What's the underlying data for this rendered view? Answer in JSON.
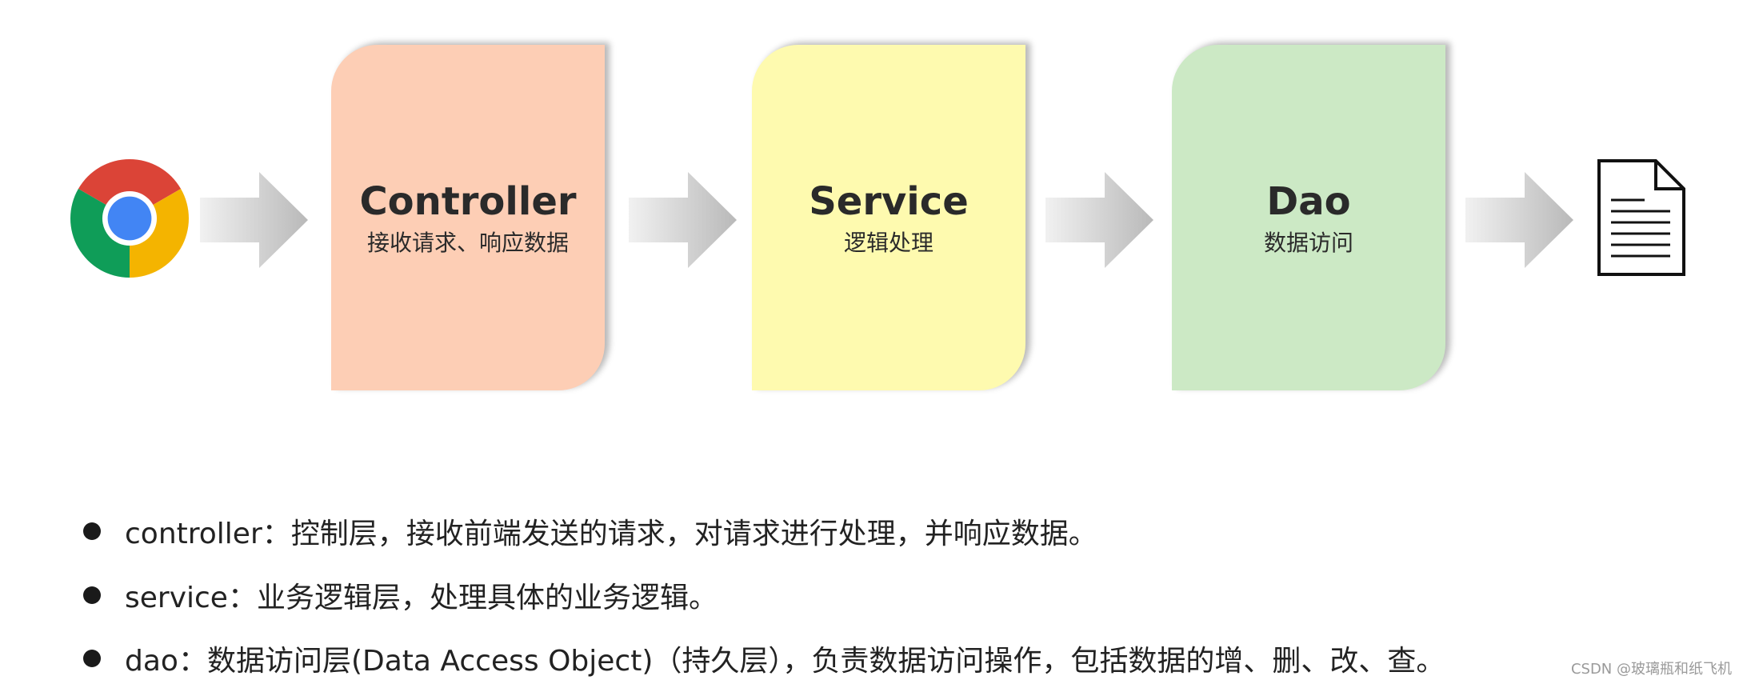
{
  "flow": {
    "start_icon": "chrome-browser-icon",
    "arrow_icon": "right-arrow-icon",
    "end_icon": "document-icon",
    "layers": [
      {
        "title": "Controller",
        "subtitle": "接收请求、响应数据",
        "color": "#fdceb5"
      },
      {
        "title": "Service",
        "subtitle": "逻辑处理",
        "color": "#fefaaf"
      },
      {
        "title": "Dao",
        "subtitle": "数据访问",
        "color": "#cce9c5"
      }
    ]
  },
  "bullets": [
    {
      "text": "controller：控制层，接收前端发送的请求，对请求进行处理，并响应数据。"
    },
    {
      "text": "service：业务逻辑层，处理具体的业务逻辑。"
    },
    {
      "text": "dao：数据访问层(Data Access Object)（持久层），负责数据访问操作，包括数据的增、删、改、查。"
    }
  ],
  "watermark": "CSDN @玻璃瓶和纸飞机"
}
